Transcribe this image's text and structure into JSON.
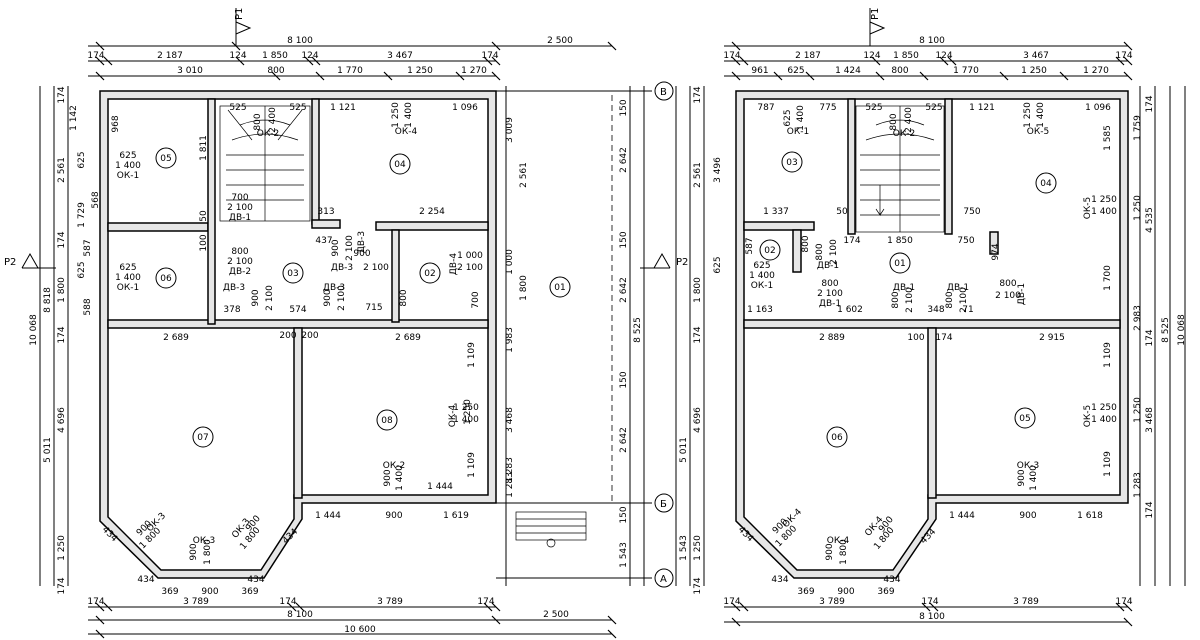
{
  "section_marks": {
    "p1": "P1",
    "p2": "P2"
  },
  "axes": {
    "v": "В",
    "b": "Б",
    "a": "А"
  },
  "left_plan": {
    "top_dims": {
      "total": "8 100",
      "porch": "2 500",
      "r1": [
        "174",
        "2 187",
        "124",
        "1 850",
        "124",
        "3 467",
        "174"
      ],
      "r2": [
        "3 010",
        "800",
        "1 770",
        "1 250",
        "1 270"
      ]
    },
    "bottom_dims": {
      "r1": [
        "174",
        "3 789",
        "174",
        "3 789",
        "174"
      ],
      "r2": "8 100",
      "r2b": "2 500",
      "r3": "10 600",
      "bay": [
        "369",
        "900",
        "369"
      ]
    },
    "left_dims": {
      "a": [
        "174",
        "1 142",
        "2 561",
        "625",
        "568",
        "1 729",
        "174",
        "587",
        "625",
        "1 800",
        "588",
        "174",
        "4 696",
        "1 250",
        "174"
      ],
      "b": [
        "8 818",
        "5 011"
      ],
      "total": "10 068"
    },
    "right_dims": {
      "a": [
        "3 009",
        "2 561",
        "1 000",
        "1 800",
        "1 983",
        "3 468",
        "1 283"
      ],
      "b": [
        "174",
        "150",
        "2 642",
        "150",
        "2 642",
        "150",
        "2 642",
        "150",
        "1 543"
      ],
      "total": "8 525"
    },
    "rooms": [
      "01",
      "02",
      "03",
      "04",
      "05",
      "06",
      "07",
      "08"
    ],
    "openings": {
      "ok1a": [
        "625",
        "1 400",
        "ОК-1"
      ],
      "ok1b": [
        "625",
        "1 400",
        "ОК-1"
      ],
      "ok2": [
        "800",
        "2 400",
        "ОК-2"
      ],
      "ok4top": [
        "1 250",
        "1 400",
        "ОК-4"
      ],
      "ok4side": [
        "1 250",
        "1 400",
        "ОК-4"
      ],
      "ok2b": [
        "900",
        "1 400",
        "ОК-2"
      ],
      "ok3mid": [
        "900",
        "1 800",
        "ОК-3"
      ],
      "ok3l": [
        "900",
        "1 800",
        "ОК-3"
      ],
      "ok3r": [
        "900",
        "1 800",
        "ОК-3"
      ],
      "dv1": [
        "700",
        "2 100",
        "ДВ-1"
      ],
      "dv2": [
        "800",
        "2 100",
        "ДВ-2"
      ],
      "dv3a": [
        "900",
        "2 100",
        "ДВ-3"
      ],
      "dv3b": [
        "900",
        "2 100",
        "ДВ-3"
      ],
      "dv3c": [
        "900",
        "2 100",
        "ДВ-3"
      ],
      "dv3d": [
        "900",
        "2 100",
        "ДВ-3"
      ],
      "dv4": [
        "1 000",
        "2 100",
        "ДВ-4"
      ]
    },
    "misc": [
      "525",
      "525",
      "1 121",
      "1 096",
      "968",
      "1 811",
      "313",
      "437",
      "2 254",
      "50",
      "100",
      "378",
      "574",
      "715",
      "2 689",
      "2 689",
      "200",
      "200",
      "700",
      "800",
      "1 109",
      "1 250",
      "1 109",
      "1 444",
      "1 444",
      "900",
      "1 619",
      "434",
      "434",
      "434",
      "434",
      "1 283"
    ]
  },
  "right_plan": {
    "top_dims": {
      "total": "8 100",
      "r1": [
        "174",
        "2 187",
        "124",
        "1 850",
        "124",
        "3 467",
        "174"
      ],
      "r2": [
        "961",
        "625",
        "1 424",
        "800",
        "1 770",
        "1 250",
        "1 270"
      ]
    },
    "bottom_dims": {
      "r1": [
        "174",
        "3 789",
        "174",
        "3 789",
        "174"
      ],
      "r2": "8 100",
      "bay": [
        "369",
        "900",
        "369"
      ]
    },
    "left_dims": {
      "a": [
        "174",
        "3 496",
        "2 561",
        "625",
        "1 800",
        "174",
        "4 696",
        "1 250",
        "174"
      ],
      "b": [
        "5 011",
        "1 543"
      ]
    },
    "right_dims": {
      "a": [
        "1 759",
        "4 535",
        "1 250",
        "2 983",
        "3 468",
        "1 283",
        "1 585",
        "1 700",
        "1 109",
        "1 250",
        "1 109"
      ],
      "b": [
        "174",
        "174",
        "174"
      ],
      "total_a": "8 525",
      "total_b": "10 068"
    },
    "rooms": [
      "01",
      "02",
      "03",
      "04",
      "05",
      "06"
    ],
    "openings": {
      "ok1top": [
        "625",
        "1 400",
        "ОК-1"
      ],
      "ok1side": [
        "625",
        "1 400",
        "ОК-1"
      ],
      "ok2": [
        "800",
        "2 400",
        "ОК-2"
      ],
      "ok5top": [
        "1 250",
        "1 400",
        "ОК-5"
      ],
      "ok5s1": [
        "1 250",
        "1 400",
        "ОК-5"
      ],
      "ok5s2": [
        "1 250",
        "1 400",
        "ОК-5"
      ],
      "ok3": [
        "900",
        "1 400",
        "ОК-3"
      ],
      "ok4mid": [
        "900",
        "1 800",
        "ОК-4"
      ],
      "ok4l": [
        "900",
        "1 800",
        "ОК-4"
      ],
      "ok4r": [
        "900",
        "1 800",
        "ОК-4"
      ],
      "dv1a": [
        "800",
        "2 100",
        "ДВ-1"
      ],
      "dv1b": [
        "800",
        "2 100",
        "ДВ-1"
      ],
      "dv1c": [
        "800",
        "2 100",
        "ДВ-1"
      ],
      "dv1d": [
        "800",
        "2 100",
        "ДВ-1"
      ],
      "dv1e": [
        "800",
        "2 100",
        "ДВ-1"
      ]
    },
    "misc": [
      "787",
      "775",
      "525",
      "525",
      "1 121",
      "1 096",
      "1 337",
      "50",
      "750",
      "750",
      "1 850",
      "174",
      "974",
      "587",
      "1 163",
      "1 602",
      "348",
      "71",
      "100",
      "174",
      "2 889",
      "2 915",
      "1 444",
      "900",
      "1 618",
      "434",
      "434",
      "434",
      "434",
      "800"
    ]
  }
}
